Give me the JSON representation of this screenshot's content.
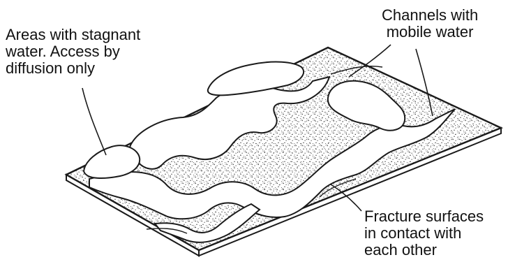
{
  "labels": {
    "stagnant": [
      "Areas with stagnant",
      "water. Access by",
      "diffusion only"
    ],
    "channels": [
      "Channels with",
      "mobile water"
    ],
    "fracture": [
      "Fracture surfaces",
      "in contact with",
      "each other"
    ]
  },
  "colors": {
    "ink": "#1a1a1a",
    "paper": "#ffffff",
    "stipple": "#2b2b2b"
  }
}
